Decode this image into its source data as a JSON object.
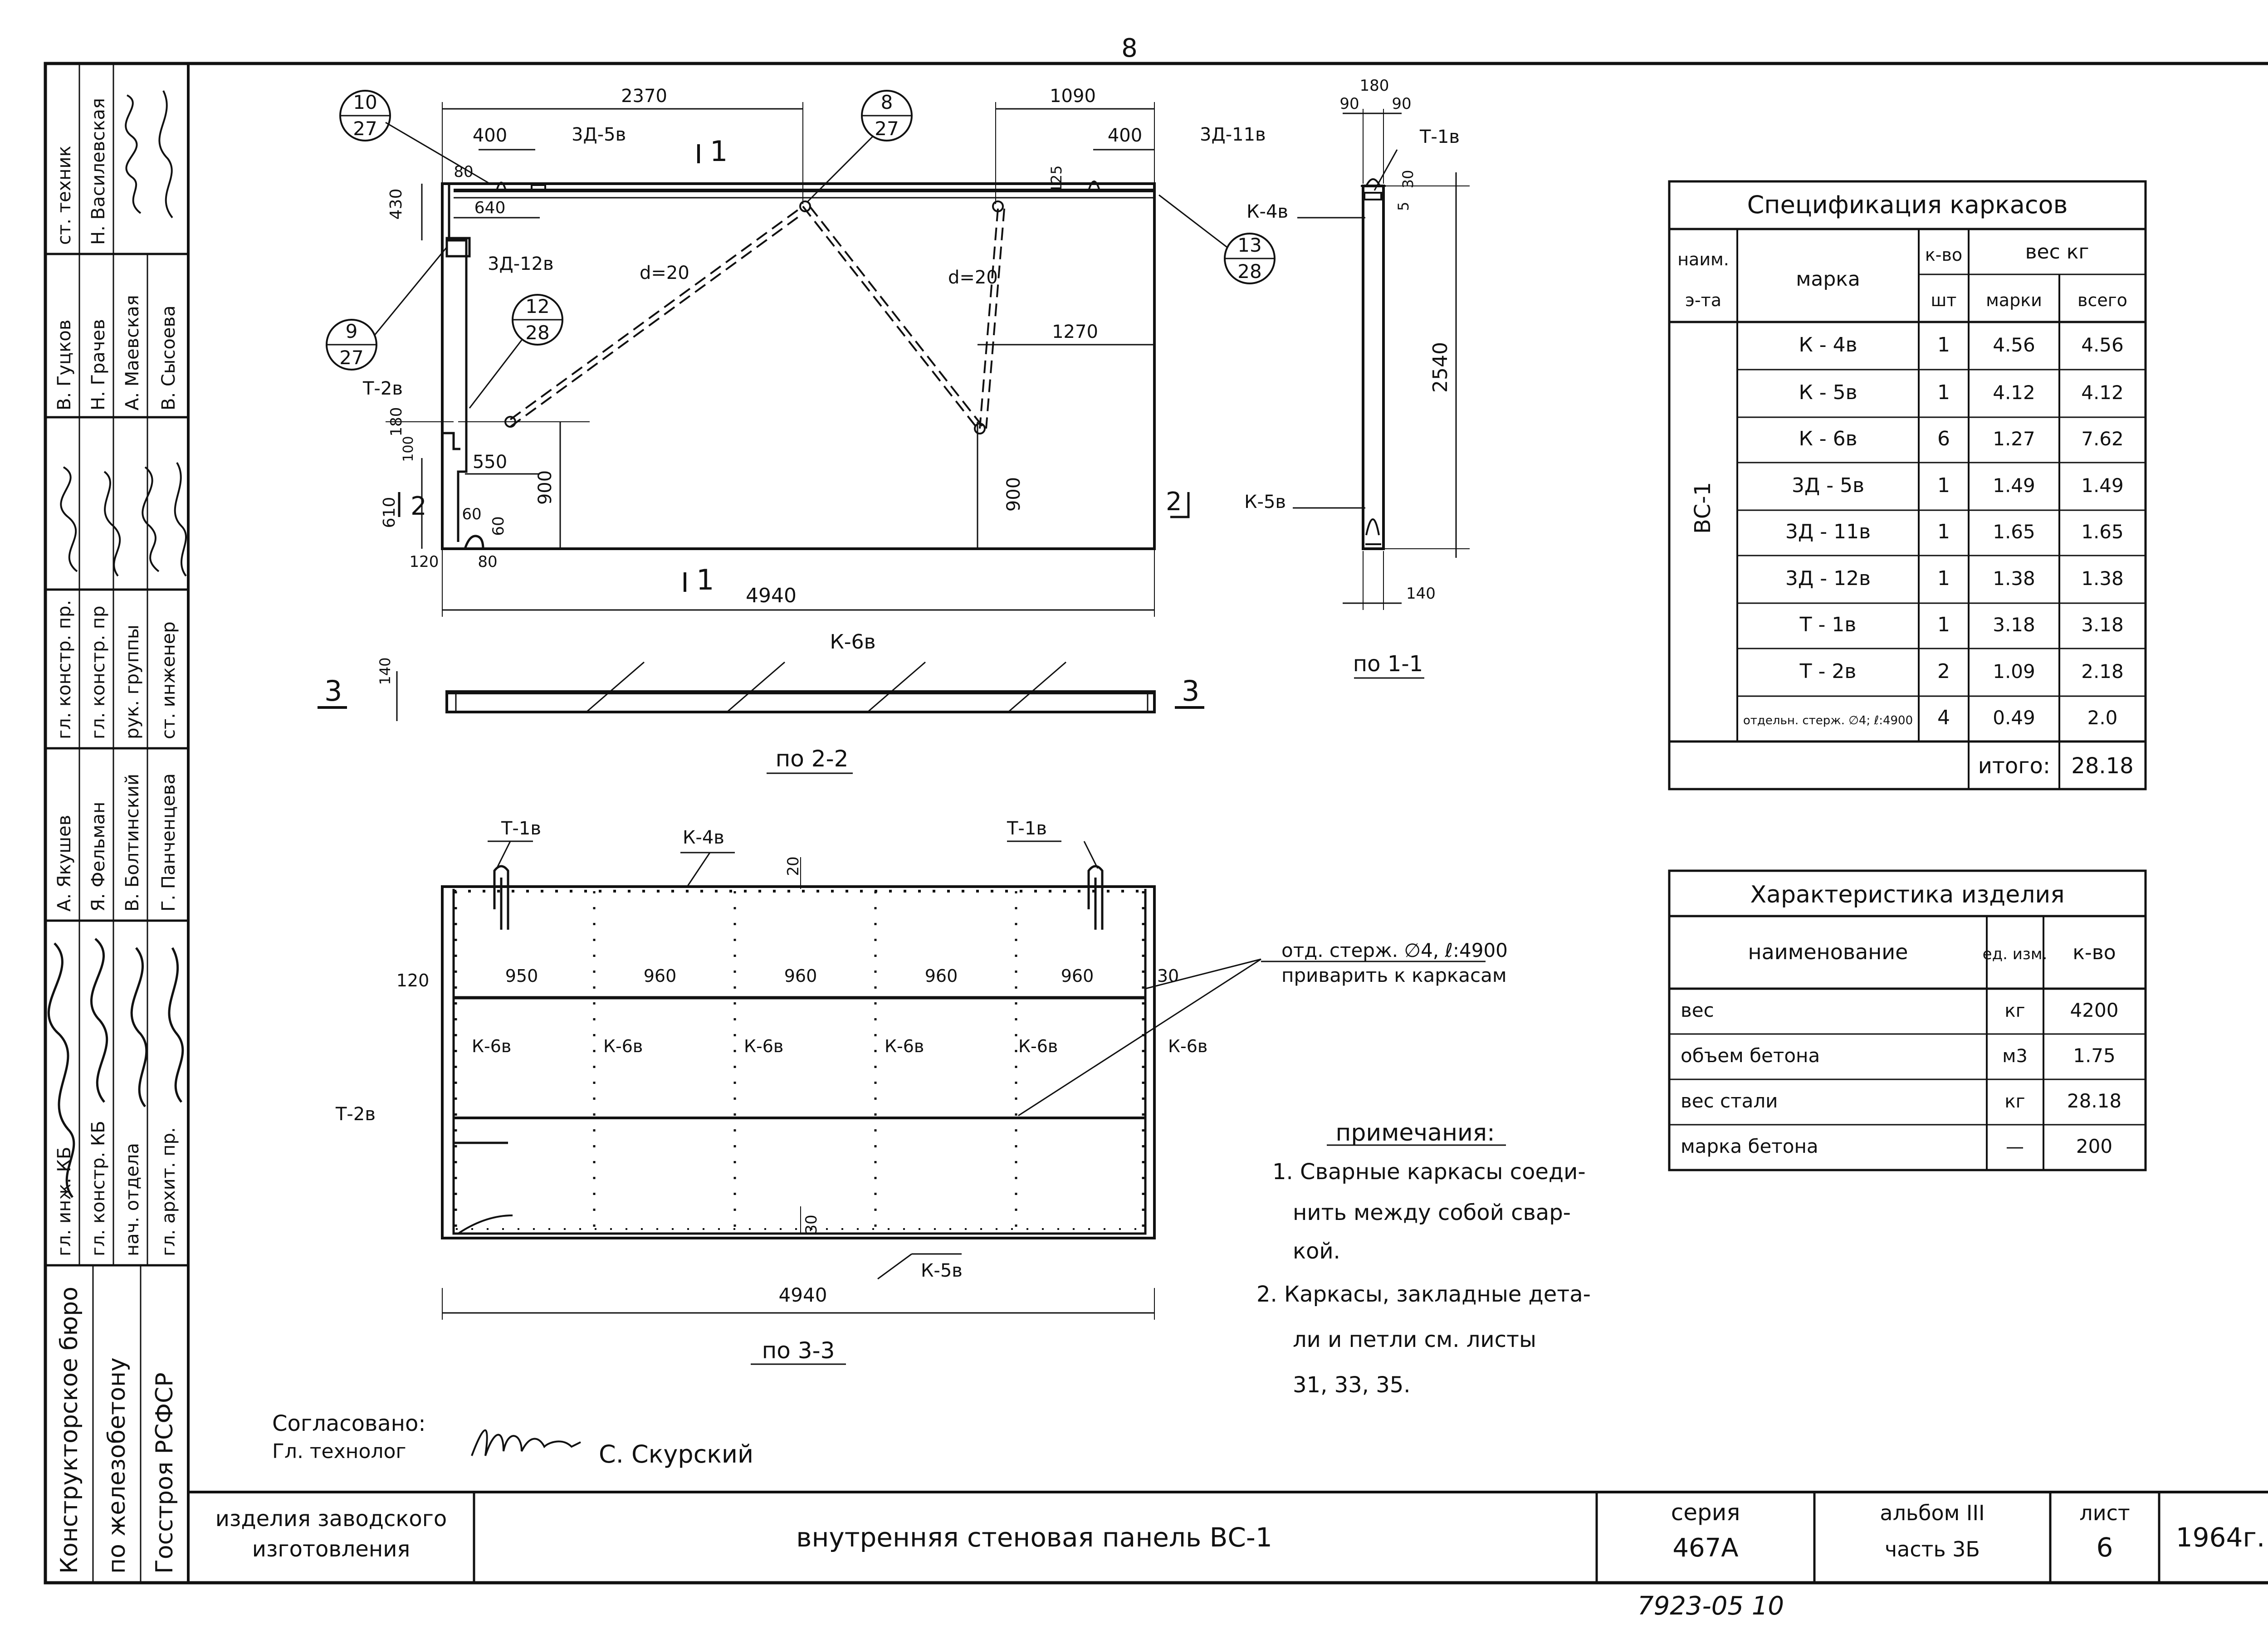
{
  "sheet_number": "8",
  "colors": {
    "ink": "#111111",
    "paper": "#ffffff"
  },
  "elevation": {
    "dims": {
      "top_left": "2370",
      "top_right": "1090",
      "d400_left": "400",
      "d400_right": "400",
      "d640": "640",
      "d80_top": "80",
      "d125": "125",
      "d1270": "1270",
      "d430": "430",
      "d180": "180",
      "d100": "100",
      "d610": "610",
      "d550": "550",
      "d60a": "60",
      "d60b": "60",
      "d900_left": "900",
      "d900_right": "900",
      "d120": "120",
      "d80_bottom": "80",
      "overall": "4940"
    },
    "labels": {
      "zd5": "3Д-5в",
      "zd11": "3Д-11в",
      "zd12": "3Д-12в",
      "t2": "Т-2в",
      "d_left": "d=20",
      "d_right": "d=20",
      "cut1_top": "1",
      "cut1_bottom": "1",
      "cut2_left": "2",
      "cut2_right": "2"
    },
    "callouts": [
      {
        "num": "10",
        "den": "27"
      },
      {
        "num": "8",
        "den": "27"
      },
      {
        "num": "13",
        "den": "28"
      },
      {
        "num": "9",
        "den": "27"
      },
      {
        "num": "12",
        "den": "28"
      }
    ]
  },
  "section_1_1": {
    "dims": {
      "d180": "180",
      "d90a": "90",
      "d90b": "90",
      "d30": "30",
      "d5": "5",
      "height": "2540",
      "d140": "140"
    },
    "labels": {
      "k4": "К-4в",
      "t1": "Т-1в",
      "k5": "К-5в"
    },
    "title": "по 1-1"
  },
  "section_2_2": {
    "labels": {
      "k6": "К-6в",
      "d140": "140",
      "cut_left": "3",
      "cut_right": "3"
    },
    "title": "по 2-2"
  },
  "section_3_3": {
    "labels": {
      "t1_left": "Т-1в",
      "t1_right": "Т-1в",
      "k4": "К-4в",
      "t2": "Т-2в",
      "k5": "К-5в",
      "k6": [
        "К-6в",
        "К-6в",
        "К-6в",
        "К-6в",
        "К-6в",
        "К-6в"
      ]
    },
    "dims": {
      "d20": "20",
      "d120": "120",
      "bays": [
        "950",
        "960",
        "960",
        "960",
        "960"
      ],
      "d30_right": "30",
      "d30_bottom": "30",
      "overall": "4940"
    },
    "rod_note": [
      "отд. стерж. ∅4, ℓ:4900",
      "приварить к каркасам"
    ],
    "title": "по 3-3"
  },
  "spec_table": {
    "title": "Спецификация  каркасов",
    "headers": {
      "name_1": "наим.",
      "name_2": "э-та",
      "mark": "марка",
      "qty_1": "к-во",
      "qty_2": "шт",
      "weight": "вес  кг",
      "per_mark": "марки",
      "total": "всего"
    },
    "element": "ВС-1",
    "rows": [
      {
        "mark": "К - 4в",
        "qty": "1",
        "w": "4.56",
        "t": "4.56"
      },
      {
        "mark": "К - 5в",
        "qty": "1",
        "w": "4.12",
        "t": "4.12"
      },
      {
        "mark": "К - 6в",
        "qty": "6",
        "w": "1.27",
        "t": "7.62"
      },
      {
        "mark": "3Д - 5в",
        "qty": "1",
        "w": "1.49",
        "t": "1.49"
      },
      {
        "mark": "3Д - 11в",
        "qty": "1",
        "w": "1.65",
        "t": "1.65"
      },
      {
        "mark": "3Д - 12в",
        "qty": "1",
        "w": "1.38",
        "t": "1.38"
      },
      {
        "mark": "Т - 1в",
        "qty": "1",
        "w": "3.18",
        "t": "3.18"
      },
      {
        "mark": "Т - 2в",
        "qty": "2",
        "w": "1.09",
        "t": "2.18"
      },
      {
        "mark": "отдельн. стерж. ∅4; ℓ:4900",
        "qty": "4",
        "w": "0.49",
        "t": "2.0"
      }
    ],
    "total_label": "итого:",
    "total_value": "28.18"
  },
  "char_table": {
    "title": "Характеристика  изделия",
    "headers": {
      "name": "наименование",
      "unit": "ед. изм.",
      "qty": "к-во"
    },
    "rows": [
      {
        "name": "вес",
        "unit": "кг",
        "qty": "4200"
      },
      {
        "name": "объем  бетона",
        "unit": "м3",
        "qty": "1.75"
      },
      {
        "name": "вес  стали",
        "unit": "кг",
        "qty": "28.18"
      },
      {
        "name": "марка  бетона",
        "unit": "—",
        "qty": "200"
      }
    ]
  },
  "notes": {
    "title": "примечания:",
    "lines": [
      "1. Сварные каркасы соеди-",
      "нить между собой свар-",
      "кой.",
      "2. Каркасы, закладные дета-",
      "ли и петли см. листы",
      "31, 33, 35."
    ]
  },
  "approval": {
    "label_1": "Согласовано:",
    "label_2": "Гл. технолог",
    "name": "С. Скурский"
  },
  "title_block": {
    "group": [
      "изделия заводского",
      "изготовления"
    ],
    "name": "внутренняя  стеновая  панель  ВС-1",
    "series_label": "серия",
    "series": "467А",
    "album_line1": "альбом  III",
    "album_line2": "часть  3Б",
    "sheet_label": "лист",
    "sheet": "6",
    "year": "1964г."
  },
  "side_strip": {
    "bureau": [
      "Конструкторское бюро",
      "по железобетону",
      "Госстроя РСФСР"
    ],
    "rows": [
      [
        "ст. техник",
        "Н. Василевская"
      ],
      [
        "В. Гуцков",
        "Н. Грачев",
        "А. Маевская",
        "В. Сысоева"
      ],
      [
        "гл. констр. пр.",
        "гл. констр. пр",
        "рук. группы",
        "ст. инженер"
      ],
      [
        "А. Якушев",
        "Я. Фельман",
        "В. Болтинский",
        "Г. Панченцева"
      ],
      [
        "гл. инж. КБ",
        "гл. констр. КБ",
        "нач. отдела",
        "гл. архит. пр."
      ]
    ]
  },
  "archive_number": "7923-05  10"
}
